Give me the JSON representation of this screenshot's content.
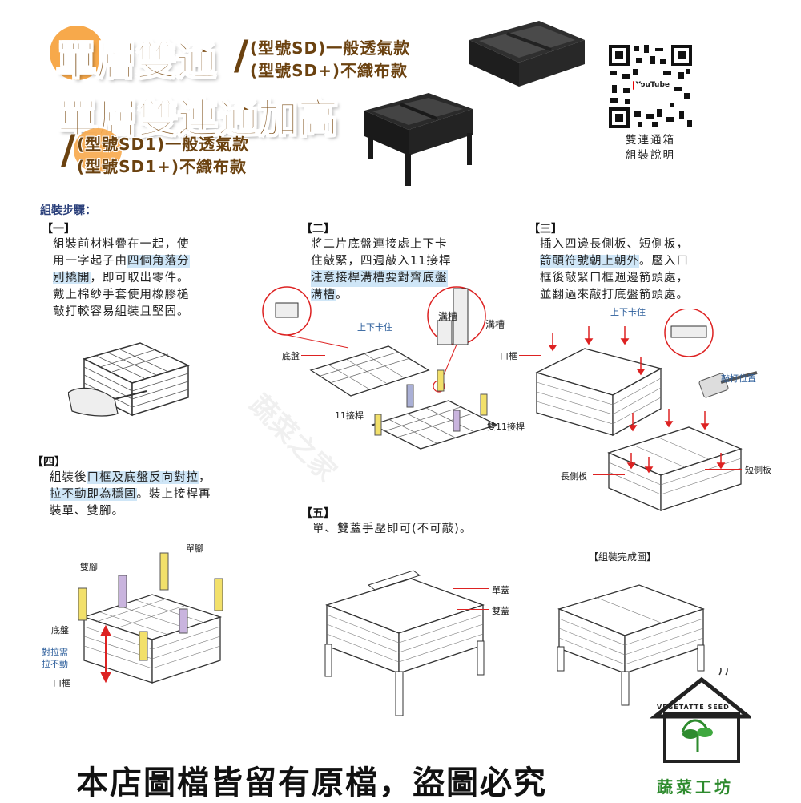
{
  "header": {
    "title1": "單層雙通",
    "title2": "單層雙連通加高",
    "slash": "/",
    "sub1a": "(型號SD)一般透氣款",
    "sub1b": "(型號SD+)不織布款",
    "sub2a": "(型號SD1)一般透氣款",
    "sub2b": "(型號SD1+)不織布款"
  },
  "qr": {
    "badge": "YouTube",
    "caption_line1": "雙連通箱",
    "caption_line2": "組裝說明"
  },
  "steps_title": "組裝步驟：",
  "steps": {
    "s1": {
      "head": "【一】",
      "l1": "組裝前材料疊在一起，使",
      "l2a": "用一字起子由",
      "l2b": "四個角落分",
      "l3a": "別撬開",
      "l3b": "，即可取出零件。",
      "l4": "戴上棉紗手套使用橡膠槌",
      "l5": "敲打較容易組裝且堅固。"
    },
    "s2": {
      "head": "【二】",
      "l1": "將二片底盤連接處上下卡",
      "l2": "住敲緊，四週敲入11接桿",
      "l3": "注意接桿溝槽要對齊底盤",
      "l4": "溝槽",
      "l4b": "。"
    },
    "s3": {
      "head": "【三】",
      "l1": "插入四邊長側板、短側板，",
      "l2a": "箭頭符號朝上朝外",
      "l2b": "。壓入ㄇ",
      "l3": "框後敲緊ㄇ框週邊箭頭處，",
      "l4": "並翻過來敲打底盤箭頭處。"
    },
    "s4": {
      "head": "【四】",
      "l1a": "組裝後",
      "l1b": "ㄇ框及底盤反向對拉",
      "l1c": "，",
      "l2a": "拉不動即為穩固",
      "l2b": "。裝上接桿再",
      "l3": "裝單、雙腳。"
    },
    "s5": {
      "head": "【五】",
      "l1": "單、雙蓋手壓即可(不可敲)。"
    }
  },
  "labels": {
    "updown1": "上下卡住",
    "base2": "底盤",
    "groove1": "溝槽",
    "groove2": "溝槽",
    "rod11": "11接桿",
    "drod11": "雙11接桿",
    "uframe3": "ㄇ框",
    "updown3": "上下卡住",
    "hit": "敲打位置",
    "longpanel": "長側板",
    "shortpanel": "短側板",
    "singleleg": "單腳",
    "doubleleg": "雙腳",
    "base4": "底盤",
    "pull1": "對拉需",
    "pull2": "拉不動",
    "uframe4": "ㄇ框",
    "singlelid": "單蓋",
    "doublelid": "雙蓋",
    "done": "【組裝完成圖】"
  },
  "footer": {
    "text": "本店圖檔皆留有原檔，盜圖必究",
    "logo_arc": "VEGETATTE SEED",
    "logo_name": "蔬菜工坊"
  },
  "watermark": "蔬菜之家",
  "colors": {
    "title": "#7a4a12",
    "accent_orange": "#f7a94b",
    "highlight": "#cfe6f7",
    "arrow_red": "#d22222",
    "logo_green": "#2e8b2e"
  }
}
